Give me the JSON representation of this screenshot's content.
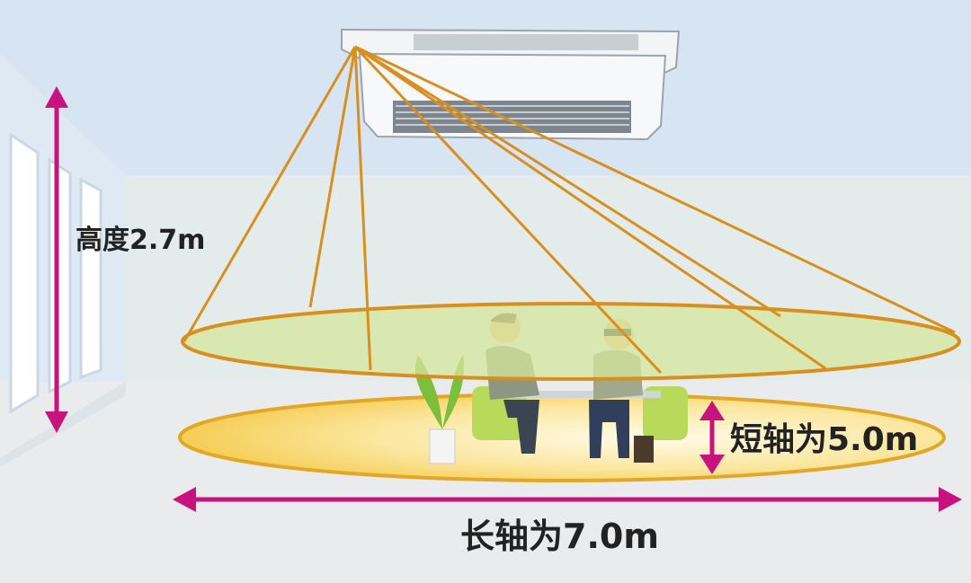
{
  "labels": {
    "height": "高度2.7m",
    "short_axis": "短轴为5.0m",
    "long_axis": "长轴为7.0m"
  },
  "colors": {
    "arrow": "#c8137e",
    "sensor_lines": "#d98f1e",
    "upper_ellipse_fill": "#d5e59c",
    "lower_ellipse_fill": "#f7d774",
    "ceiling": "#d7e4f1",
    "floor": "#e9ebec"
  }
}
